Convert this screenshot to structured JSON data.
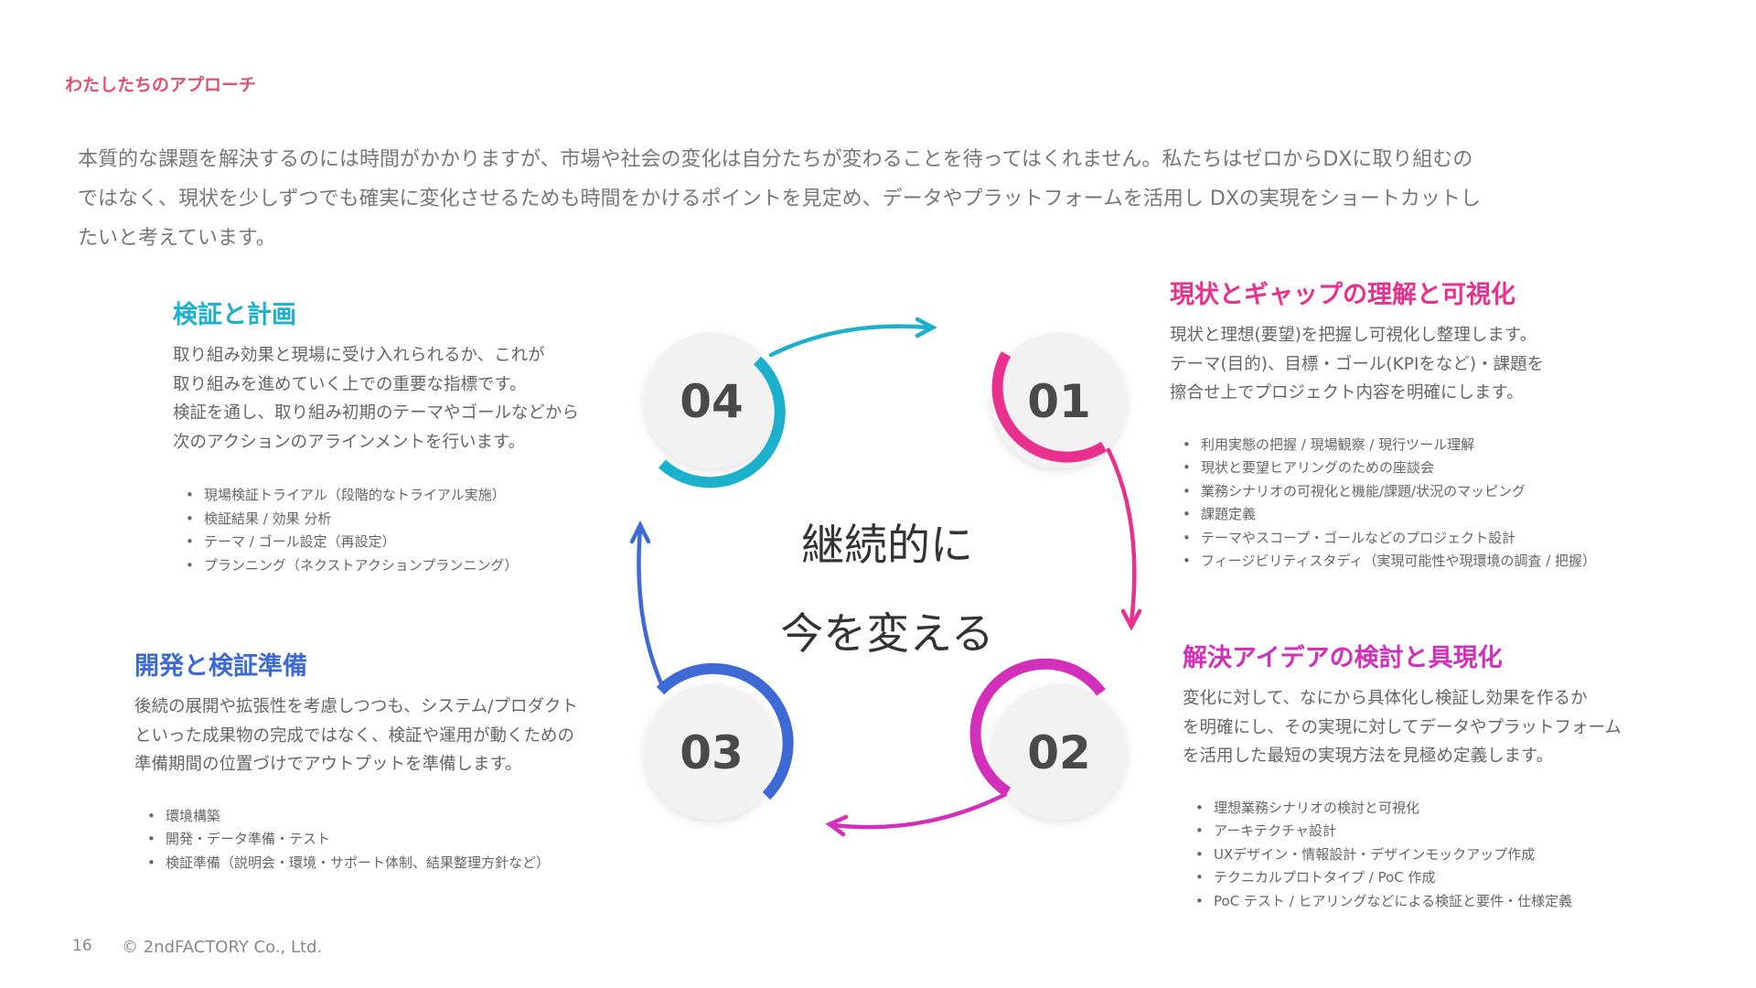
{
  "section_label": "わたしたちのアプローチ",
  "intro": [
    "本質的な課題を解決するのには時間がかかりますが、市場や社会の変化は自分たちが変わることを待ってはくれません。私たちはゼロからDXに取り組むの",
    "ではなく、現状を少しずつでも確実に変化させるためも時間をかけるポイントを見定め、データやプラットフォームを活用し DXの実現をショートカットし",
    "たいと考えています。"
  ],
  "center": {
    "line1": "継続的に",
    "line2": "今を変える"
  },
  "steps": {
    "s01": {
      "number": "01",
      "title": "現状とギャップの理解と可視化",
      "desc": [
        "現状と理想(要望)を把握し可視化し整理します。",
        "テーマ(目的)、目標・ゴール(KPIをなど)・課題を",
        "擦合せ上でプロジェクト内容を明確にします。"
      ],
      "bullets": [
        "利用実態の把握 / 現場観察 / 現行ツール理解",
        "現状と要望ヒアリングのための座談会",
        "業務シナリオの可視化と機能/課題/状況のマッピング",
        "課題定義",
        "テーマやスコープ・ゴールなどのプロジェクト設計",
        "フィージビリティスタディ（実現可能性や現環境の調査 / 把握）"
      ],
      "color": "#e8308f"
    },
    "s02": {
      "number": "02",
      "title": "解決アイデアの検討と具現化",
      "desc": [
        "変化に対して、なにから具体化し検証し効果を作るか",
        "を明確にし、その実現に対してデータやプラットフォーム",
        "を活用した最短の実現方法を見極め定義します。"
      ],
      "bullets": [
        "理想業務シナリオの検討と可視化",
        "アーキテクチャ設計",
        "UXデザイン・情報設計・デザインモックアップ作成",
        "テクニカルプロトタイプ / PoC 作成",
        "PoC テスト / ヒアリングなどによる検証と要件・仕様定義"
      ],
      "color": "#d22fbb"
    },
    "s03": {
      "number": "03",
      "title": "開発と検証準備",
      "desc": [
        "後続の展開や拡張性を考慮しつつも、システム/プロダクト",
        "といった成果物の完成ではなく、検証や運用が動くための",
        "準備期間の位置づけでアウトプットを準備します。"
      ],
      "bullets": [
        "環境構築",
        "開発・データ準備・テスト",
        "検証準備（説明会・環境・サポート体制、結果整理方針など）"
      ],
      "color": "#3e6ad6"
    },
    "s04": {
      "number": "04",
      "title": "検証と計画",
      "desc": [
        "取り組み効果と現場に受け入れられるか、これが",
        "取り組みを進めていく上での重要な指標です。",
        "検証を通し、取り組み初期のテーマやゴールなどから",
        "次のアクションのアラインメントを行います。"
      ],
      "bullets": [
        "現場検証トライアル（段階的なトライアル実施）",
        "検証結果 / 効果 分析",
        "テーマ / ゴール設定（再設定）",
        "プランニング（ネクストアクションプランニング）"
      ],
      "color": "#1bb0cb"
    }
  },
  "footer": {
    "page_number": "16",
    "copyright": "© 2ndFACTORY Co., Ltd."
  }
}
